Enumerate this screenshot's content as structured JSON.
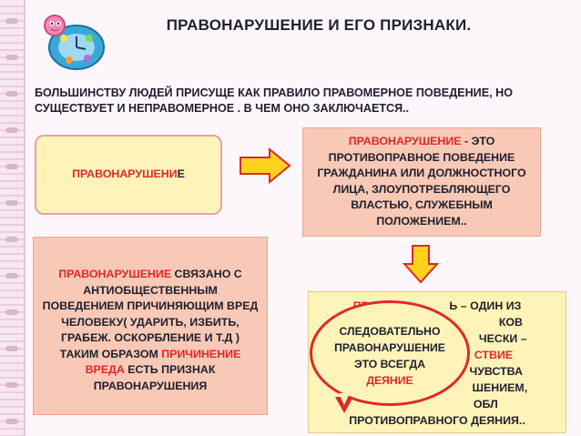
{
  "title": "ПРАВОНАРУШЕНИЕ  И ЕГО ПРИЗНАКИ.",
  "intro": "БОЛЬШИНСТВУ ЛЮДЕЙ ПРИСУЩЕ КАК ПРАВИЛО  ПРАВОМЕРНОЕ ПОВЕДЕНИЕ, НО СУЩЕСТВУЕТ  И НЕПРАВОМЕРНОЕ . В ЧЕМ ОНО ЗАКЛЮЧАЕТСЯ..",
  "box1": {
    "term": "ПРАВОНАРУШЕНИ",
    "tail": "Е"
  },
  "box2": {
    "term": "ПРАВОНАРУШЕНИЕ",
    "text": " - ЭТО ПРОТИВОПРАВНОЕ ПОВЕДЕНИЕ ГРАЖДАНИНА ИЛИ ДОЛЖНОСТНОГО ЛИЦА, ЗЛОУПОТРЕБЛЯЮЩЕГО ВЛАСТЬЮ, СЛУЖЕБНЫМ ПОЛОЖЕНИЕМ.."
  },
  "box3": {
    "term": "ПРАВОНАРУШЕНИЕ",
    "text_a": "  СВЯЗАНО С АНТИОБЩЕСТВЕННЫМ ПОВЕДЕНИЕМ ПРИЧИНЯЮЩИМ ВРЕД ЧЕЛОВЕКУ(  УДАРИТЬ, ИЗБИТЬ, ГРАБЕЖ. ОСКОРБЛЕНИЕ И Т.Д )  ТАКИМ ОБРАЗОМ ",
    "highlight": "ПРИЧИНЕНИЕ ВРЕДА",
    "text_b": "  ЕСТЬ ПРИЗНАК ПРАВОНАРУШЕНИЯ"
  },
  "box4": {
    "l1_red": "ПРО",
    "l1": "                       Ь – ОДИН ИЗ",
    "l2": "                                               КОВ",
    "l3": "                                          ЧЕСКИ –",
    "l4_red": "                                    СТВИЕ",
    "l5": "Н                                   ЧУВСТВА",
    "l6": "НЕ                                   ШЕНИЕМ,",
    "l7": "                               ОБЛ",
    "l8": "ПРОТИВОПРАВНОГО ДЕЯНИЯ.."
  },
  "bubble": {
    "line1": "СЛЕДОВАТЕЛЬНО",
    "line2": "ПРАВОНАРУШЕНИЕ",
    "line3": "ЭТО ВСЕГДА",
    "line4": "ДЕЯНИЕ"
  },
  "colors": {
    "accent_red": "#e0282a",
    "yellow": "#fff4b8",
    "salmon": "#f8c9b6"
  },
  "icons": [
    "abc-clock-logo-icon",
    "arrow-right-icon",
    "arrow-down-icon"
  ]
}
